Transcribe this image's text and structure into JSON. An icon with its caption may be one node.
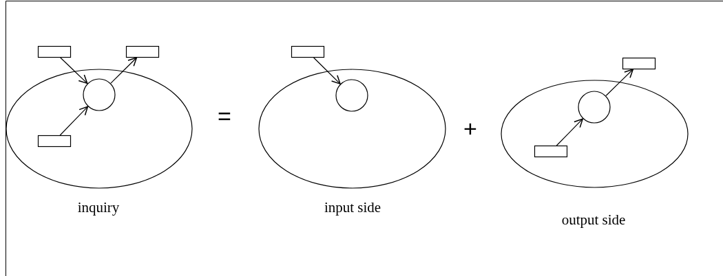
{
  "diagram": {
    "nodes": [
      {
        "text": [],
        "shape": "ellipse",
        "beside": [
          "inquiry"
        ]
      },
      {
        "text": [],
        "shape": "box"
      },
      {
        "text": [],
        "shape": "circle",
        "in": 0
      },
      {
        "text": [],
        "shape": "box"
      },
      {
        "text": [],
        "shape": "box",
        "in": 0
      },
      {
        "text": [],
        "shape": "ellipse",
        "beside": [
          "input side"
        ]
      },
      {
        "text": [],
        "shape": "box"
      },
      {
        "text": [],
        "shape": "circle",
        "in": 5
      },
      {
        "text": [],
        "shape": "ellipse",
        "beside": [
          "output side"
        ]
      },
      {
        "text": [],
        "shape": "box"
      },
      {
        "text": [],
        "shape": "circle",
        "in": 8
      },
      {
        "text": [],
        "shape": "box",
        "in": 8
      }
    ],
    "edges": [
      {
        "from": 1,
        "to": 2,
        "arrow": "to"
      },
      {
        "from": 2,
        "to": 3,
        "arrow": "to"
      },
      {
        "from": 4,
        "to": 2,
        "arrow": "to"
      },
      {
        "from": 6,
        "to": 7,
        "arrow": "to"
      },
      {
        "from": 11,
        "to": 10,
        "arrow": "to"
      },
      {
        "from": 10,
        "to": 9,
        "arrow": "to"
      }
    ],
    "labels": [
      "=",
      "+"
    ]
  }
}
